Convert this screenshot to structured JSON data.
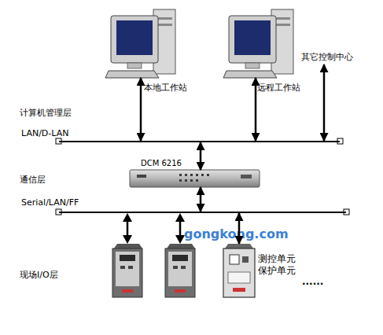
{
  "diagram": {
    "nodes": [
      {
        "text": [
          "本地工作站"
        ]
      },
      {
        "text": [
          "远程工作站"
        ]
      },
      {
        "text": [
          "其它控制中心"
        ]
      },
      {
        "text": [
          "LAN/D-LAN"
        ]
      },
      {
        "text": [
          "DCM 6216"
        ]
      },
      {
        "text": [
          "Serial/LAN/FF"
        ]
      },
      {
        "text": [
          "测控单元 保护单元"
        ]
      }
    ],
    "edges": [
      {
        "from": 0,
        "to": 3,
        "arrow": "both"
      },
      {
        "from": 1,
        "to": 3,
        "arrow": "both"
      },
      {
        "from": 2,
        "to": 3,
        "arrow": "both"
      },
      {
        "from": 3,
        "to": 4,
        "arrow": "both"
      },
      {
        "from": 4,
        "to": 5,
        "arrow": "both"
      },
      {
        "from": 5,
        "to": 6,
        "arrow": "both"
      }
    ],
    "labels": [
      "计算机管理层",
      "通信层",
      "gongkong.com",
      "现场I/O层",
      "......"
    ]
  }
}
